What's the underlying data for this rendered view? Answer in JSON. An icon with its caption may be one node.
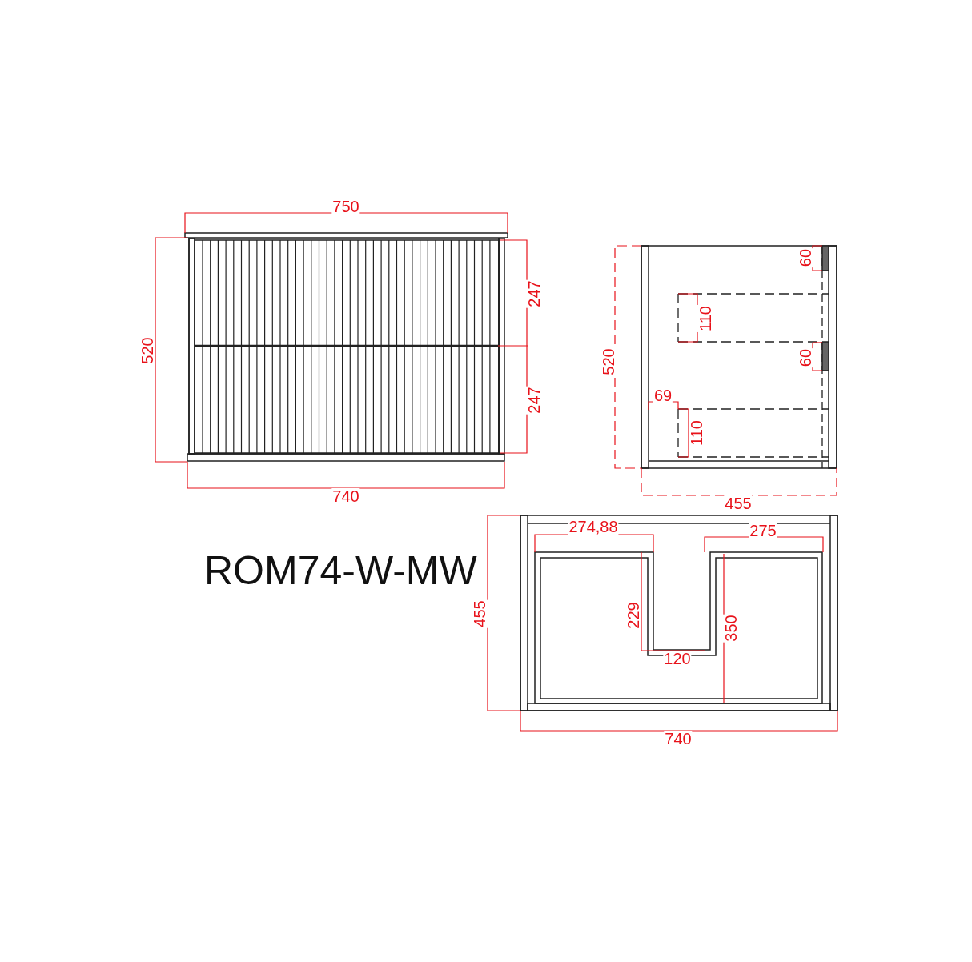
{
  "diagram": {
    "title": "ROM74-W-MW",
    "labels": [
      "750",
      "520",
      "247",
      "247",
      "740",
      "520",
      "60",
      "110",
      "60",
      "69",
      "110",
      "455",
      "274,88",
      "275",
      "455",
      "229",
      "350",
      "120",
      "740"
    ]
  }
}
